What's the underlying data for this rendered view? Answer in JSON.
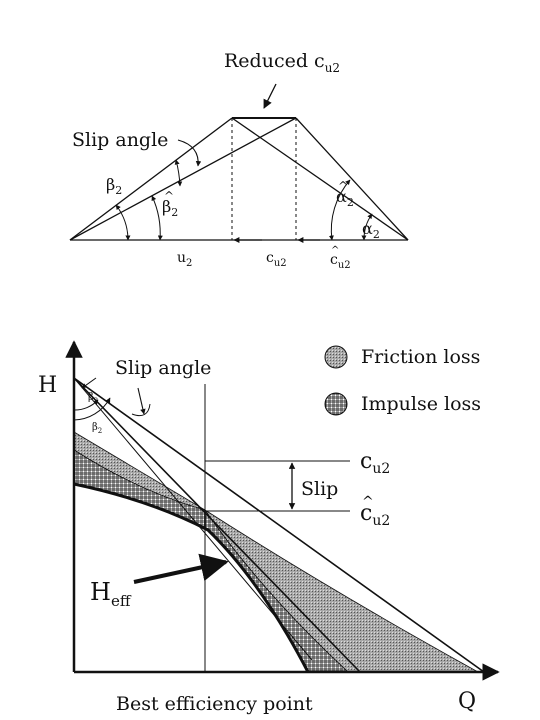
{
  "top": {
    "reduced_label": "Reduced c",
    "reduced_sub": "u2",
    "slip_angle_label": "Slip angle",
    "beta2": "β",
    "beta2_sub": "2",
    "beta2_hat": "β",
    "beta2_hat_sub": "2",
    "alpha2_hat": "α",
    "alpha2_hat_sub": "2",
    "alpha2": "α",
    "alpha2_sub": "2",
    "u2": "u",
    "u2_sub": "2",
    "cu2": "c",
    "cu2_sub": "u2",
    "cu2_hat": "c",
    "cu2_hat_sub": "u2"
  },
  "bottom": {
    "h_axis": "H",
    "q_axis": "Q",
    "slip_angle_label": "Slip angle",
    "beta2": "β",
    "beta2_sub": "2",
    "beta2_hat": "β",
    "beta2_hat_sub": "2",
    "legend_friction": "Friction loss",
    "legend_impulse": "Impulse loss",
    "cu2": "c",
    "cu2_sub": "u2",
    "cu2_hat": "c",
    "cu2_hat_sub": "u2",
    "slip": "Slip",
    "heff": "H",
    "heff_sub": "eff",
    "bep": "Best efficiency point"
  },
  "colors": {
    "ink": "#111111",
    "friction_fill": "#9a9a9a"
  }
}
